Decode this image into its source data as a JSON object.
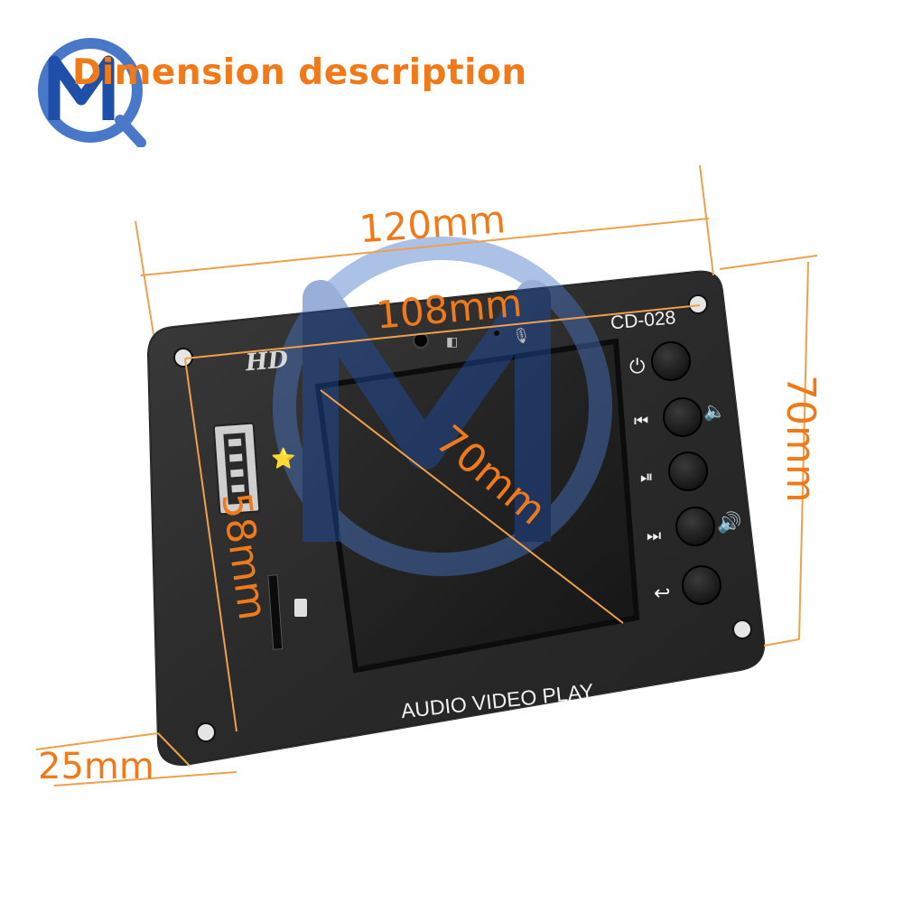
{
  "title": "Dimension description",
  "brand": {
    "logo_icon": "mq-logo-icon"
  },
  "colors": {
    "accent": "#f07a1a",
    "panel": "#2b2b2b",
    "screen": "#1e1e1e",
    "button": "#1a1a1a",
    "label": "#f2f2f2",
    "watermark": "#4a78c8"
  },
  "dimensions": {
    "overall_width": "120mm",
    "inner_width": "108mm",
    "overall_height": "70mm",
    "inner_height": "58mm",
    "screen_diagonal": "70mm",
    "depth": "25mm"
  },
  "device": {
    "model": "CD-028",
    "hd_badge": "HD",
    "label": "AUDIO VIDEO PLAY",
    "buttons": [
      {
        "name": "power",
        "icon": "power-icon",
        "side_icon": ""
      },
      {
        "name": "previous",
        "icon": "previous-icon",
        "side_icon": "volume-down-icon"
      },
      {
        "name": "play-pause",
        "icon": "play-pause-icon",
        "side_icon": ""
      },
      {
        "name": "next",
        "icon": "next-icon",
        "side_icon": "volume-up-icon"
      },
      {
        "name": "back",
        "icon": "back-icon",
        "side_icon": ""
      }
    ],
    "ports": [
      "usb-port",
      "sd-card-slot"
    ]
  }
}
